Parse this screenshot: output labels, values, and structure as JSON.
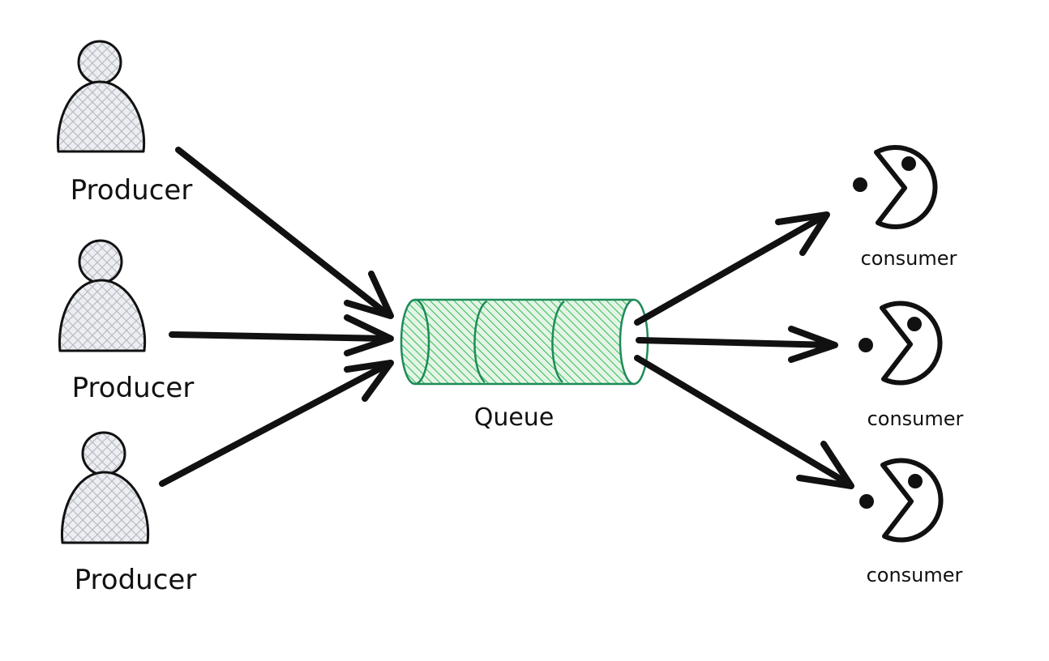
{
  "diagram": {
    "producers": [
      {
        "label": "Producer"
      },
      {
        "label": "Producer"
      },
      {
        "label": "Producer"
      }
    ],
    "queue": {
      "label": "Queue"
    },
    "consumers": [
      {
        "label": "consumer"
      },
      {
        "label": "consumer"
      },
      {
        "label": "consumer"
      }
    ]
  },
  "colors": {
    "ink": "#111111",
    "queue_stroke": "#1e8a5a",
    "queue_hatch": "#40c057",
    "person_hatch": "#b8bcc4",
    "person_fill": "#eceef1"
  },
  "icons": {
    "producer": "person-icon",
    "consumer": "pacman-icon"
  }
}
